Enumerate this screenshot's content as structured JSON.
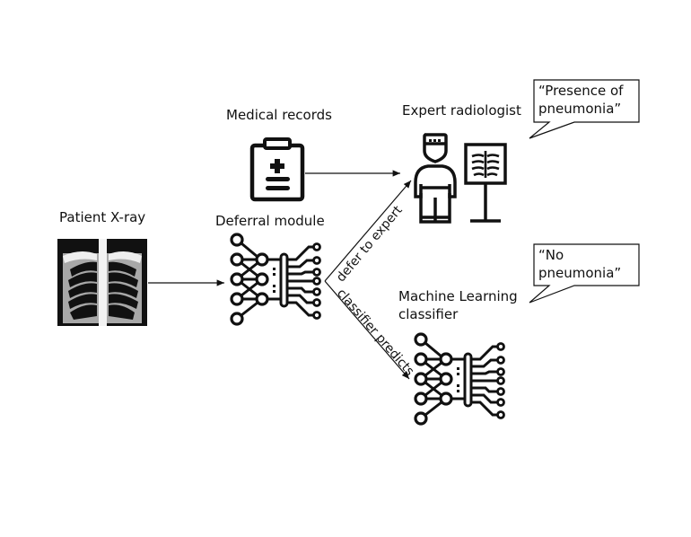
{
  "nodes": {
    "patient_xray": {
      "label": "Patient X-ray"
    },
    "medical_records": {
      "label": "Medical records"
    },
    "deferral_module": {
      "label": "Deferral module"
    },
    "expert_radiologist": {
      "label": "Expert radiologist"
    },
    "ml_classifier": {
      "label_line1": "Machine Learning",
      "label_line2": "classifier"
    }
  },
  "edges": {
    "defer": {
      "label": "defer to expert"
    },
    "classify": {
      "label": "classifier predicts"
    }
  },
  "speech_bubbles": {
    "expert": {
      "line1": "“Presence of",
      "line2": "pneumonia”"
    },
    "classifier": {
      "line1": "“No",
      "line2": "pneumonia”"
    }
  }
}
